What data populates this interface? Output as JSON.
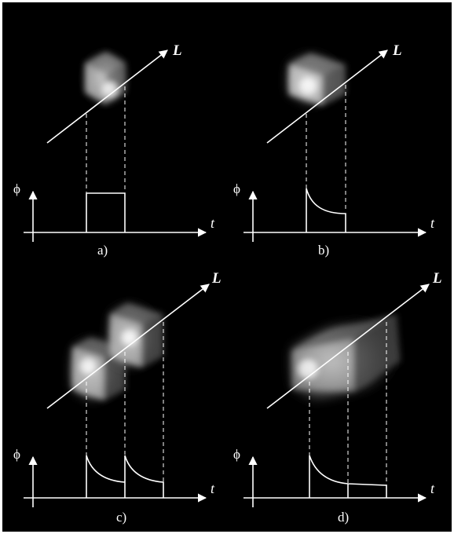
{
  "colors": {
    "background": "#000000",
    "foreground": "#ffffff",
    "frame": "#ffffff"
  },
  "panels": [
    {
      "id": "a",
      "caption": "a)",
      "beam_label": "L",
      "y_label": "ϕ",
      "x_label": "t",
      "pulse": "rectangular",
      "cubes": 1
    },
    {
      "id": "b",
      "caption": "b)",
      "beam_label": "L",
      "y_label": "ϕ",
      "x_label": "t",
      "pulse": "decay",
      "cubes": 1
    },
    {
      "id": "c",
      "caption": "c)",
      "beam_label": "L",
      "y_label": "ϕ",
      "x_label": "t",
      "pulse": "double-decay",
      "cubes": 2
    },
    {
      "id": "d",
      "caption": "d)",
      "beam_label": "L",
      "y_label": "ϕ",
      "x_label": "t",
      "pulse": "stretched-decay",
      "cubes": 1
    }
  ]
}
